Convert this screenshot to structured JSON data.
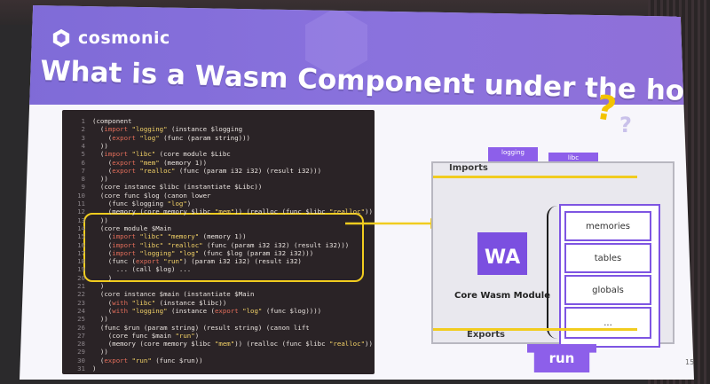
{
  "brand": {
    "name": "cosmonic",
    "icon": "cosmonic-logo-icon"
  },
  "slide": {
    "title": "What is a Wasm Component under the hood?",
    "number": "15",
    "decor": {
      "question_mark": "?"
    }
  },
  "code": {
    "lines": [
      {
        "n": "1",
        "t": "(component"
      },
      {
        "n": "2",
        "t": "  (import \"logging\" (instance $logging"
      },
      {
        "n": "3",
        "t": "    (export \"log\" (func (param string)))"
      },
      {
        "n": "4",
        "t": "  ))"
      },
      {
        "n": "5",
        "t": "  (import \"libc\" (core module $Libc"
      },
      {
        "n": "6",
        "t": "    (export \"mem\" (memory 1))"
      },
      {
        "n": "7",
        "t": "    (export \"realloc\" (func (param i32 i32) (result i32)))"
      },
      {
        "n": "8",
        "t": "  ))"
      },
      {
        "n": "9",
        "t": "  (core instance $libc (instantiate $Libc))"
      },
      {
        "n": "10",
        "t": "  (core func $log (canon lower"
      },
      {
        "n": "11",
        "t": "    (func $logging \"log\")"
      },
      {
        "n": "12",
        "t": "    (memory (core memory $libc \"mem\")) (realloc (func $libc \"realloc\"))"
      },
      {
        "n": "13",
        "t": "  ))"
      },
      {
        "n": "14",
        "t": "  (core module $Main"
      },
      {
        "n": "15",
        "t": "    (import \"libc\" \"memory\" (memory 1))"
      },
      {
        "n": "16",
        "t": "    (import \"libc\" \"realloc\" (func (param i32 i32) (result i32)))"
      },
      {
        "n": "17",
        "t": "    (import \"logging\" \"log\" (func $log (param i32 i32)))"
      },
      {
        "n": "18",
        "t": "    (func (export \"run\") (param i32 i32) (result i32)"
      },
      {
        "n": "19",
        "t": "      ... (call $log) ..."
      },
      {
        "n": "20",
        "t": "    )"
      },
      {
        "n": "21",
        "t": "  )"
      },
      {
        "n": "22",
        "t": "  (core instance $main (instantiate $Main"
      },
      {
        "n": "23",
        "t": "    (with \"libc\" (instance $libc))"
      },
      {
        "n": "24",
        "t": "    (with \"logging\" (instance (export \"log\" (func $log))))"
      },
      {
        "n": "25",
        "t": "  ))"
      },
      {
        "n": "26",
        "t": "  (func $run (param string) (result string) (canon lift"
      },
      {
        "n": "27",
        "t": "    (core func $main \"run\")"
      },
      {
        "n": "28",
        "t": "    (memory (core memory $libc \"mem\")) (realloc (func $libc \"realloc\"))"
      },
      {
        "n": "29",
        "t": "  ))"
      },
      {
        "n": "30",
        "t": "  (export \"run\" (func $run))"
      },
      {
        "n": "31",
        "t": ")"
      }
    ]
  },
  "diagram": {
    "ports_top": [
      "logging",
      "libc"
    ],
    "imports_label": "Imports",
    "exports_label": "Exports",
    "core_module_badge": "WA",
    "core_module_label": "Core Wasm Module",
    "module_items": [
      "memories",
      "tables",
      "globals",
      "..."
    ],
    "export_port": "run"
  },
  "colors": {
    "header": "#8a72dd",
    "accent_purple": "#7e55e2",
    "highlight_yellow": "#f1cc1f",
    "code_bg": "#2a2326"
  }
}
